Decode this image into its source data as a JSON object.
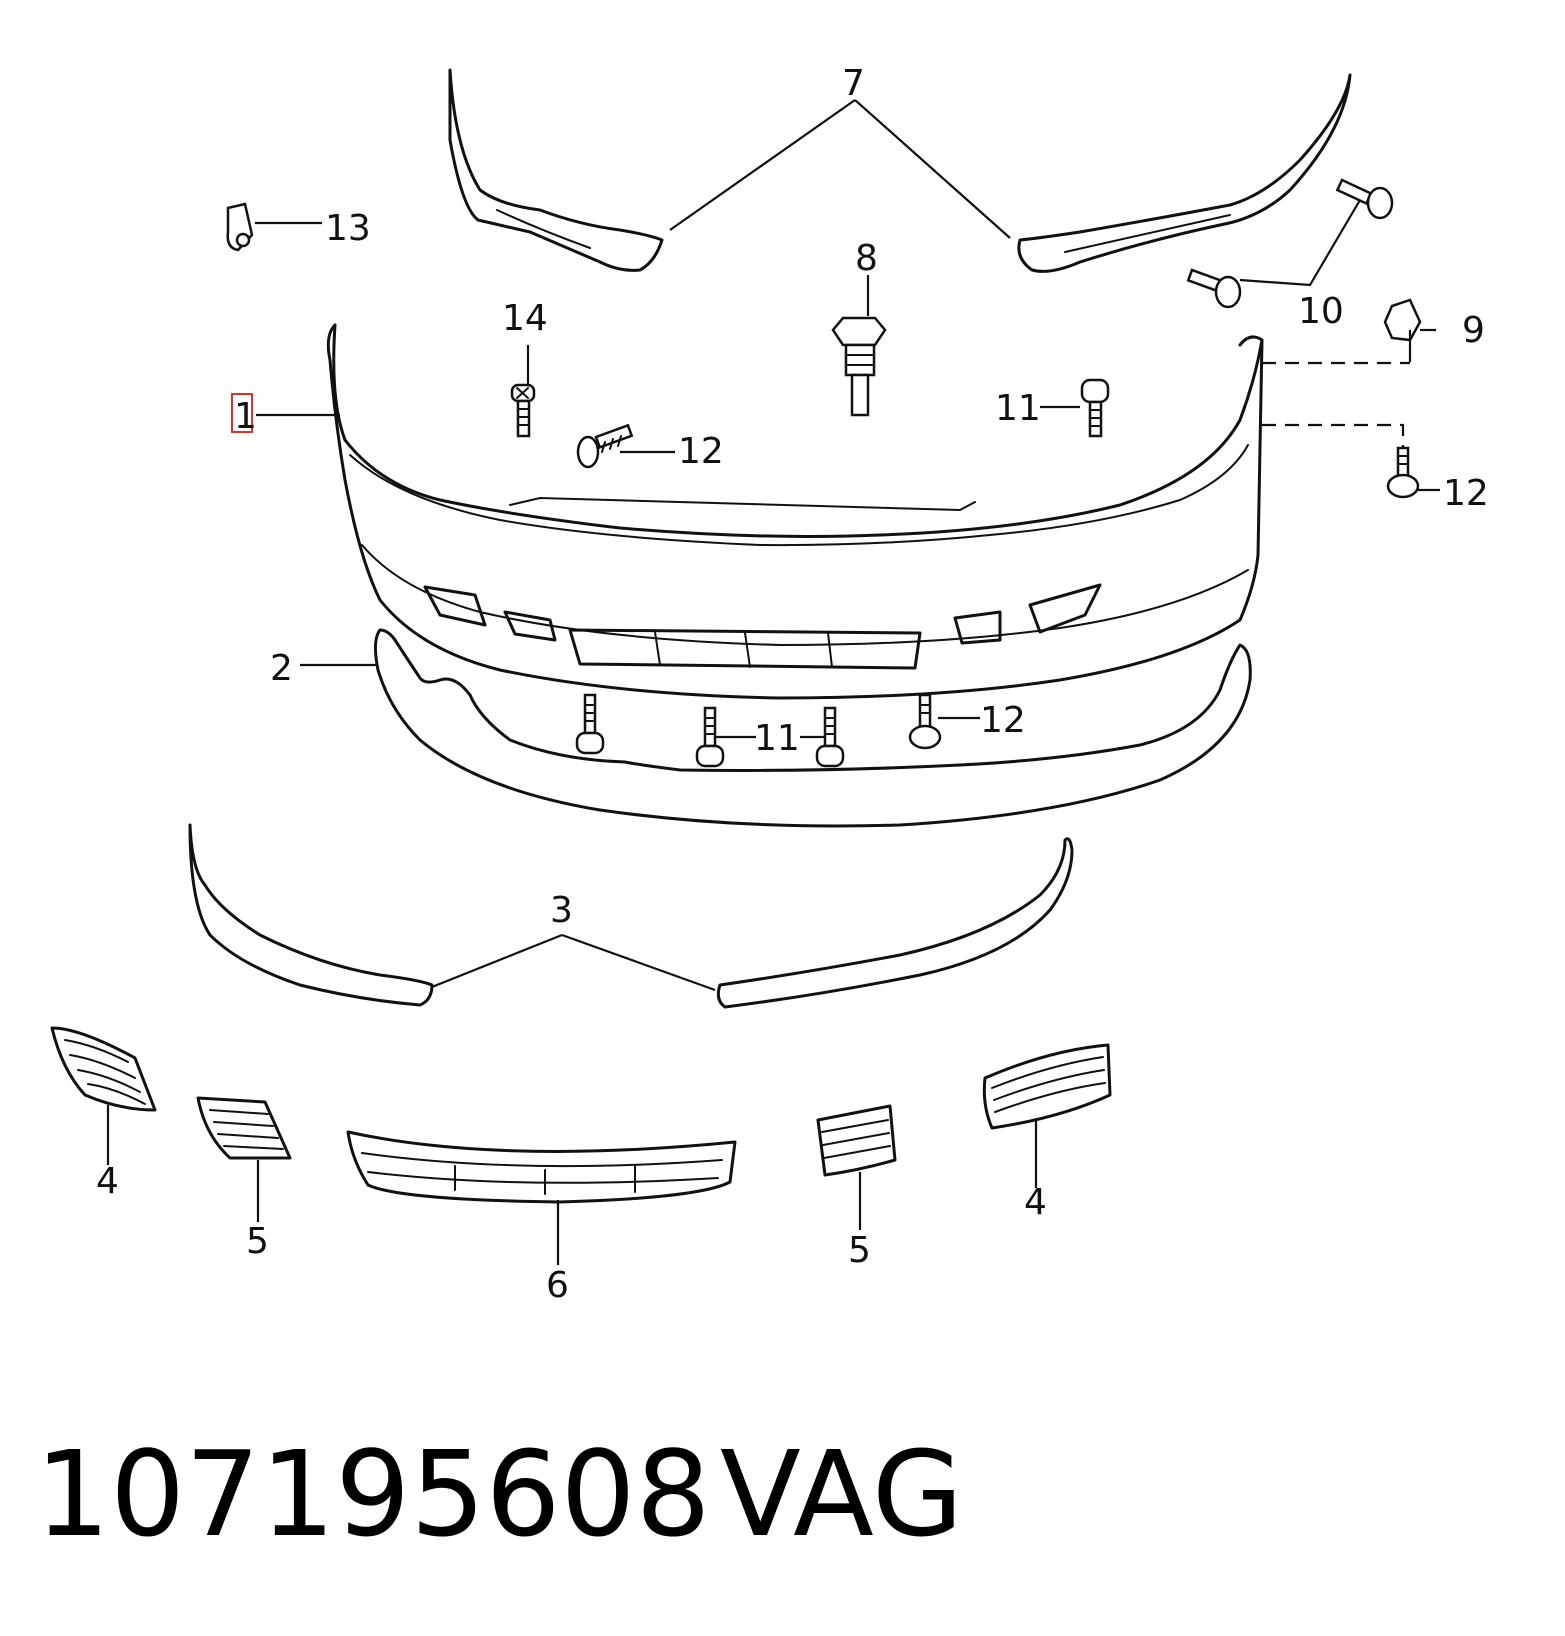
{
  "callouts": {
    "c1": "1",
    "c2": "2",
    "c3": "3",
    "c4a": "4",
    "c4b": "4",
    "c5a": "5",
    "c5b": "5",
    "c6": "6",
    "c7": "7",
    "c8": "8",
    "c9": "9",
    "c10": "10",
    "c11a": "11",
    "c11b": "11",
    "c12a": "12",
    "c12b": "12",
    "c12c": "12",
    "c13": "13",
    "c14": "14"
  },
  "footer": {
    "part_number": "107195608",
    "brand": "VAG"
  },
  "colors": {
    "line": "#111111",
    "highlight": "#d9332b"
  }
}
